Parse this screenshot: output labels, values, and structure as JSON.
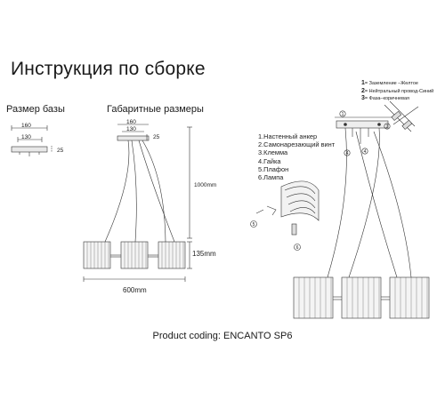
{
  "title": "Инструкция по сборке",
  "base_size": {
    "heading": "Размер базы",
    "width_outer": "160",
    "width_inner": "130",
    "height": "25"
  },
  "overall_size": {
    "heading": "Габаритные размеры",
    "width_outer": "160",
    "width_inner": "130",
    "canopy_height": "25",
    "drop_height": "1000mm",
    "shade_height": "135mm",
    "total_width": "600mm"
  },
  "wiring": [
    {
      "num": "1",
      "text": "Заземление –Желтое"
    },
    {
      "num": "2",
      "text": "Нейтральный провод-Синий"
    },
    {
      "num": "3",
      "text": "Фаза–коричневая"
    }
  ],
  "parts_legend": [
    "1.Настенный анкер",
    "2.Самонарезающий винт",
    "3.Клемма",
    "4.Гайка",
    "5.Плафон",
    "6.Лампа"
  ],
  "callouts": [
    "1",
    "2",
    "3",
    "4",
    "5",
    "6"
  ],
  "footer": "Product coding: ENCANTO SP6"
}
